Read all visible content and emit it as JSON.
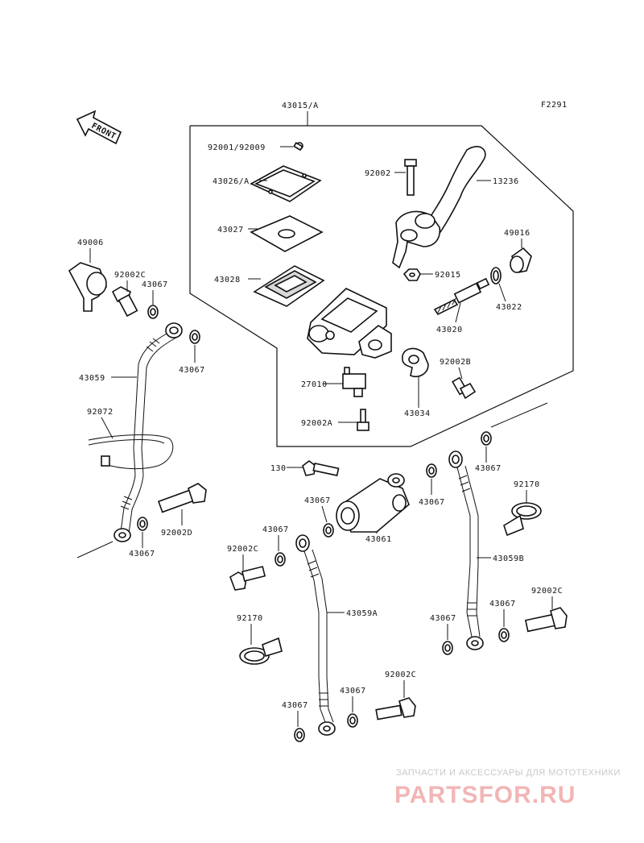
{
  "diagram": {
    "figure_code": "F2291",
    "front_label": "FRONT",
    "labels": {
      "assy_43015A": "43015/A",
      "screw_92001": "92001/92009",
      "cap_43026A": "43026/A",
      "plate_43027": "43027",
      "diaphragm_43028": "43028",
      "bolt_92002_lever": "92002",
      "lever_13236": "13236",
      "nut_92015": "92015",
      "boot_49016": "49016",
      "piston_43020": "43020",
      "ring_43022": "43022",
      "boot_49006": "49006",
      "bolt_92002C_a": "92002C",
      "washer_43067_a": "43067",
      "washer_43067_b": "43067",
      "hose_43059": "43059",
      "clamp_92072": "92072",
      "switch_27010": "27010",
      "bolt_92002B": "92002B",
      "holder_43034": "43034",
      "bolt_92002A": "92002A",
      "washer_43067_c": "43067",
      "bolt_130": "130",
      "washer_43067_d": "43067",
      "washer_43067_e": "43067",
      "joint_43061": "43061",
      "clamp_92170_a": "92170",
      "hose_43059B": "43059B",
      "bolt_92002D": "92002D",
      "washer_43067_f": "43067",
      "washer_43067_g": "43067",
      "bolt_92002C_b": "92002C",
      "hose_43059A": "43059A",
      "clamp_92170_b": "92170",
      "washer_43067_h": "43067",
      "washer_43067_i": "43067",
      "bolt_92002C_c": "92002C",
      "washer_43067_j": "43067",
      "washer_43067_k": "43067",
      "bolt_92002C_d": "92002C"
    }
  },
  "watermark": {
    "subtitle": "ЗАПЧАСТИ И АКСЕССУАРЫ ДЛЯ МОТОТЕХНИКИ",
    "brand": "PARTSFOR.RU"
  }
}
